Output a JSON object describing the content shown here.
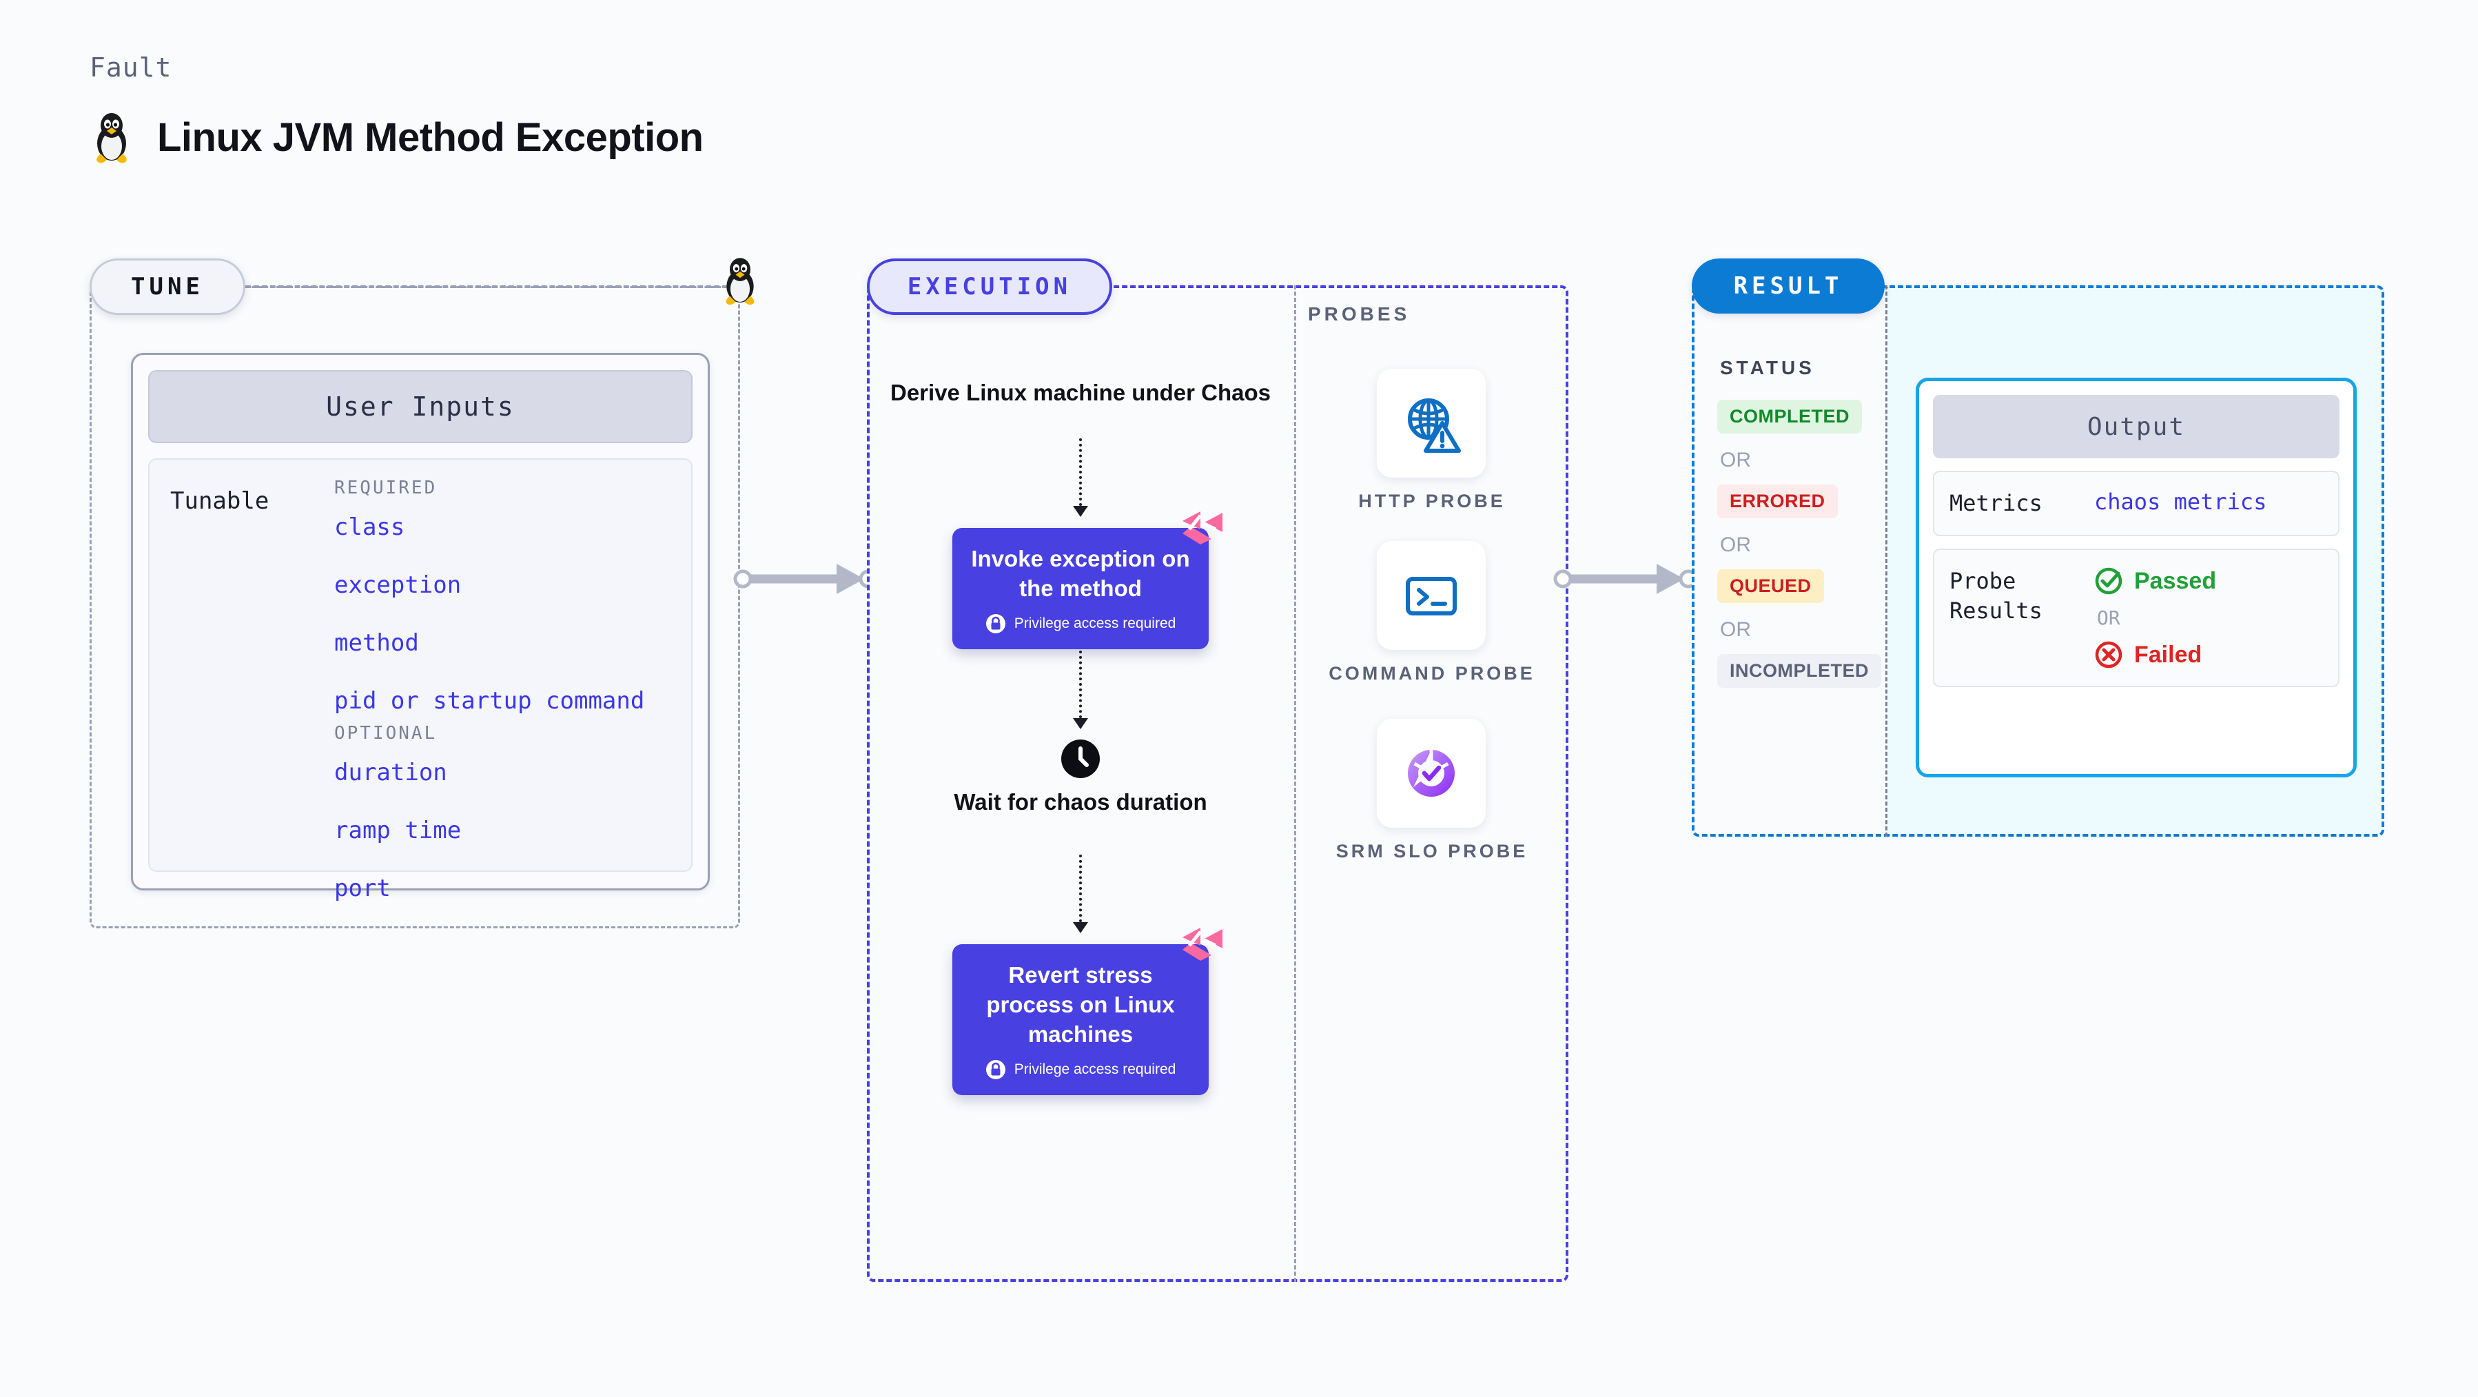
{
  "header": {
    "kicker": "Fault",
    "title": "Linux JVM Method Exception",
    "icon": "linux-tux-icon"
  },
  "tune": {
    "pill_label": "TUNE",
    "card_title": "User Inputs",
    "tunable_label": "Tunable",
    "required_label": "REQUIRED",
    "optional_label": "OPTIONAL",
    "required": [
      {
        "name": "class"
      },
      {
        "name": "exception"
      },
      {
        "name": "method"
      },
      {
        "name": "pid or startup command"
      }
    ],
    "optional": [
      {
        "name": "duration"
      },
      {
        "name": "ramp time"
      },
      {
        "name": "port"
      }
    ]
  },
  "execution": {
    "pill_label": "EXECUTION",
    "steps": [
      {
        "type": "text",
        "label": "Derive Linux machine under Chaos"
      },
      {
        "type": "card",
        "label": "Invoke exception on the method",
        "privilege": "Privilege access required",
        "badge": "harness-logo-icon"
      },
      {
        "type": "wait",
        "label": "Wait for chaos duration",
        "icon": "clock-icon"
      },
      {
        "type": "card",
        "label": "Revert stress process on Linux machines",
        "privilege": "Privilege access required",
        "badge": "harness-logo-icon"
      }
    ]
  },
  "probes": {
    "title": "PROBES",
    "items": [
      {
        "label": "HTTP PROBE",
        "icon": "globe-warning-icon"
      },
      {
        "label": "COMMAND PROBE",
        "icon": "terminal-icon"
      },
      {
        "label": "SRM SLO PROBE",
        "icon": "slo-donut-check-icon"
      }
    ]
  },
  "result": {
    "pill_label": "RESULT",
    "status_title": "STATUS",
    "or_label": "OR",
    "statuses": [
      {
        "label": "COMPLETED",
        "style": "b-completed"
      },
      {
        "label": "ERRORED",
        "style": "b-errored"
      },
      {
        "label": "QUEUED",
        "style": "b-queued"
      },
      {
        "label": "INCOMPLETED",
        "style": "b-incomplete"
      }
    ],
    "output": {
      "title": "Output",
      "metrics_key": "Metrics",
      "metrics_value": "chaos metrics",
      "probe_results_key": "Probe Results",
      "passed_label": "Passed",
      "failed_label": "Failed",
      "or_label": "OR",
      "passed_icon": "check-circle-icon",
      "failed_icon": "x-circle-icon"
    }
  },
  "colors": {
    "accent_purple": "#4840e0",
    "accent_blue": "#0c7bd4",
    "accent_cyan": "#16a6e6",
    "badge_pink": "#fb69a0",
    "pass_green": "#21a038",
    "fail_red": "#e02424",
    "mono_blue": "#3b36e8"
  }
}
